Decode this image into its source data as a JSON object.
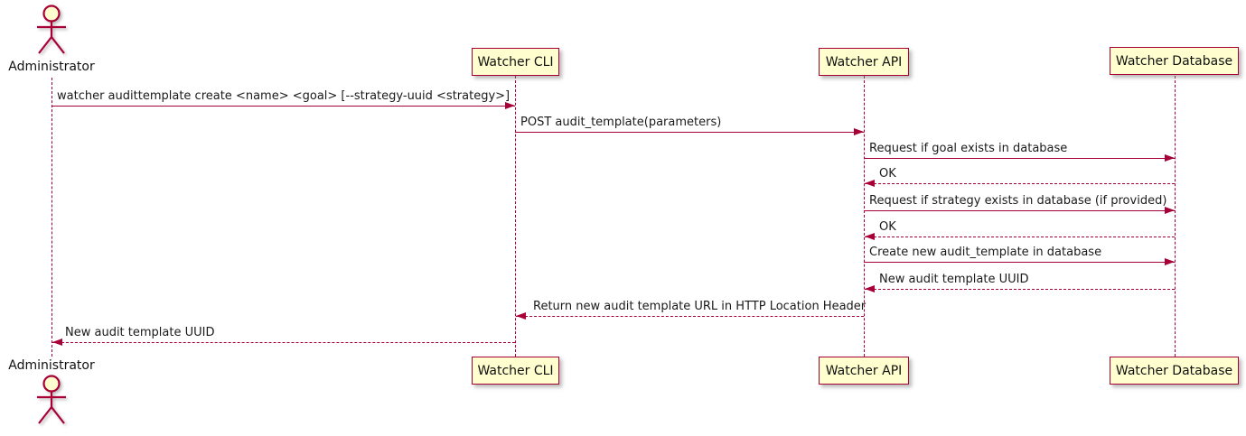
{
  "diagram": {
    "type": "sequence",
    "actor": {
      "label": "Administrator"
    },
    "participants": [
      {
        "id": "watcher-cli",
        "label": "Watcher CLI"
      },
      {
        "id": "watcher-api",
        "label": "Watcher API"
      },
      {
        "id": "watcher-database",
        "label": "Watcher Database"
      }
    ],
    "messages": [
      {
        "from": "Administrator",
        "to": "Watcher CLI",
        "style": "solid",
        "label": "watcher audittemplate create <name> <goal> [--strategy-uuid <strategy>]"
      },
      {
        "from": "Watcher CLI",
        "to": "Watcher API",
        "style": "solid",
        "label": "POST audit_template(parameters)"
      },
      {
        "from": "Watcher API",
        "to": "Watcher Database",
        "style": "solid",
        "label": "Request if goal exists in database"
      },
      {
        "from": "Watcher Database",
        "to": "Watcher API",
        "style": "dashed",
        "label": "OK"
      },
      {
        "from": "Watcher API",
        "to": "Watcher Database",
        "style": "solid",
        "label": "Request if strategy exists in database (if provided)"
      },
      {
        "from": "Watcher Database",
        "to": "Watcher API",
        "style": "dashed",
        "label": "OK"
      },
      {
        "from": "Watcher API",
        "to": "Watcher Database",
        "style": "solid",
        "label": "Create new audit_template in database"
      },
      {
        "from": "Watcher Database",
        "to": "Watcher API",
        "style": "dashed",
        "label": "New audit template UUID"
      },
      {
        "from": "Watcher API",
        "to": "Watcher CLI",
        "style": "dashed",
        "label": "Return new audit template URL in HTTP Location Header"
      },
      {
        "from": "Watcher CLI",
        "to": "Administrator",
        "style": "dashed",
        "label": "New audit template UUID"
      }
    ],
    "colors": {
      "participant_fill": "#FEFECE",
      "line": "#A80036",
      "text": "#1a1a1a",
      "background": "#ffffff"
    }
  }
}
